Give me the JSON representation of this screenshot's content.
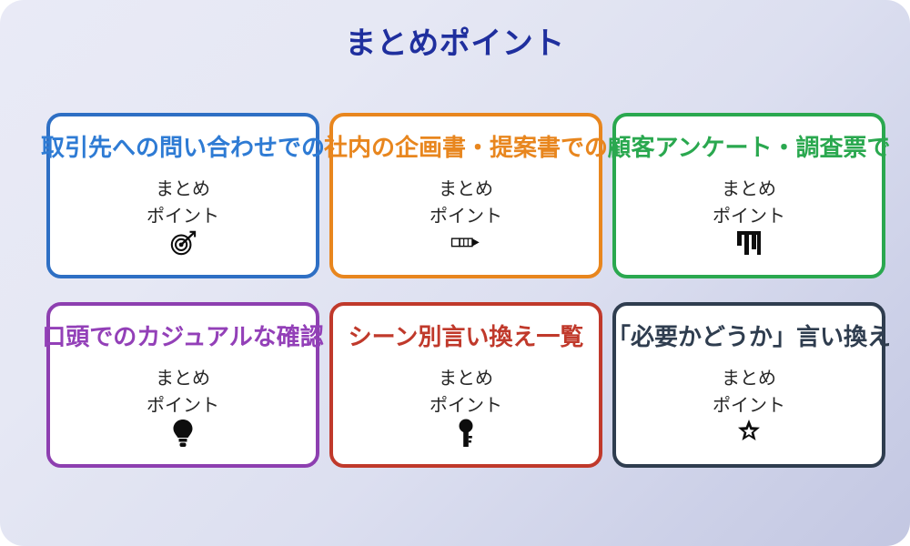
{
  "page": {
    "title": "まとめポイント",
    "title_color": "#1f2f9e",
    "background_from": "#e9eaf6",
    "background_to": "#c3c7e2"
  },
  "cards": [
    {
      "title": "取引先への問い合わせでの",
      "body": "まとめ\nポイント",
      "icon": "dart-target-icon",
      "icon_glyph": "🎯",
      "color": "#2e7bd4",
      "border_color": "#2e6fc4"
    },
    {
      "title": "社内の企画書・提案書での",
      "body": "まとめ\nポイント",
      "icon": "pencil-icon",
      "icon_glyph": "✏",
      "color": "#e8861e",
      "border_color": "#e8861e"
    },
    {
      "title": "顧客アンケート・調査票で",
      "body": "まとめ\nポイント",
      "icon": "bar-chart-icon",
      "icon_glyph": "📊",
      "color": "#2aa84f",
      "border_color": "#2aa84f"
    },
    {
      "title": "口頭でのカジュアルな確認",
      "body": "まとめ\nポイント",
      "icon": "lightbulb-icon",
      "icon_glyph": "💡",
      "color": "#9340b8",
      "border_color": "#8d3fb0"
    },
    {
      "title": "シーン別言い換え一覧",
      "body": "まとめ\nポイント",
      "icon": "key-icon",
      "icon_glyph": "🔑",
      "color": "#c0392b",
      "border_color": "#c0392b"
    },
    {
      "title": "「必要かどうか」言い換え",
      "body": "まとめ\nポイント",
      "icon": "star-icon",
      "icon_glyph": "✪",
      "color": "#2f3d4f",
      "border_color": "#2f3d4f"
    }
  ]
}
